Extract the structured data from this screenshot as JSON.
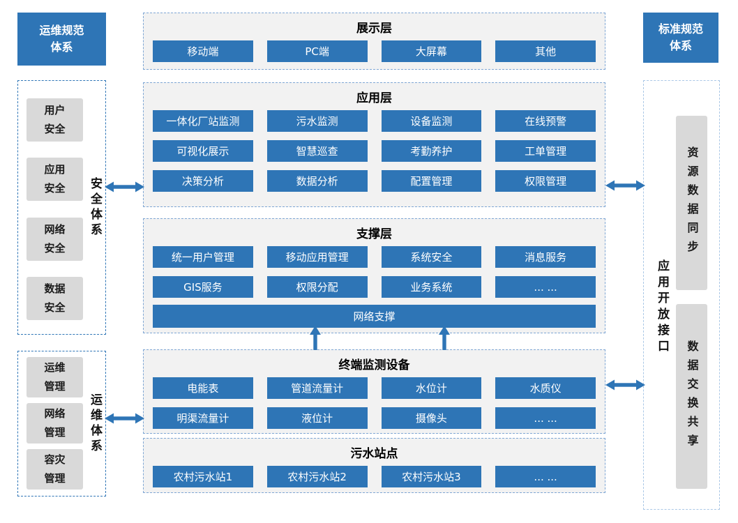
{
  "colors": {
    "accent": "#2E75B6",
    "panel_bg": "#F2F2F2",
    "gray_box": "#D9D9D9"
  },
  "left_sidebar": {
    "header": "运维规范\n体系",
    "security": {
      "label": "安全体系",
      "items": [
        "用户\n安全",
        "应用\n安全",
        "网络\n安全",
        "数据\n安全"
      ]
    },
    "ops": {
      "label": "运维体系",
      "items": [
        "运维\n管理",
        "网络\n管理",
        "容灾\n管理"
      ]
    }
  },
  "right_sidebar": {
    "header": "标准规范\n体系",
    "label": "应用开放接口",
    "sync_box": "资源数据同步",
    "exchange_box": "数据交换共享"
  },
  "layers": {
    "display": {
      "title": "展示层",
      "row1": [
        "移动端",
        "PC端",
        "大屏幕",
        "其他"
      ]
    },
    "application": {
      "title": "应用层",
      "row1": [
        "一体化厂站监测",
        "污水监测",
        "设备监测",
        "在线预警"
      ],
      "row2": [
        "可视化展示",
        "智慧巡查",
        "考勤养护",
        "工单管理"
      ],
      "row3": [
        "决策分析",
        "数据分析",
        "配置管理",
        "权限管理"
      ]
    },
    "support": {
      "title": "支撑层",
      "row1": [
        "统一用户管理",
        "移动应用管理",
        "系统安全",
        "消息服务"
      ],
      "row2": [
        "GIS服务",
        "权限分配",
        "业务系统",
        "... ..."
      ],
      "bar": "网络支撑"
    },
    "terminal": {
      "title": "终端监测设备",
      "row1": [
        "电能表",
        "管道流量计",
        "水位计",
        "水质仪"
      ],
      "row2": [
        "明渠流量计",
        "液位计",
        "摄像头",
        "... ..."
      ]
    },
    "stations": {
      "title": "污水站点",
      "row1": [
        "农村污水站1",
        "农村污水站2",
        "农村污水站3",
        "... ..."
      ]
    }
  }
}
